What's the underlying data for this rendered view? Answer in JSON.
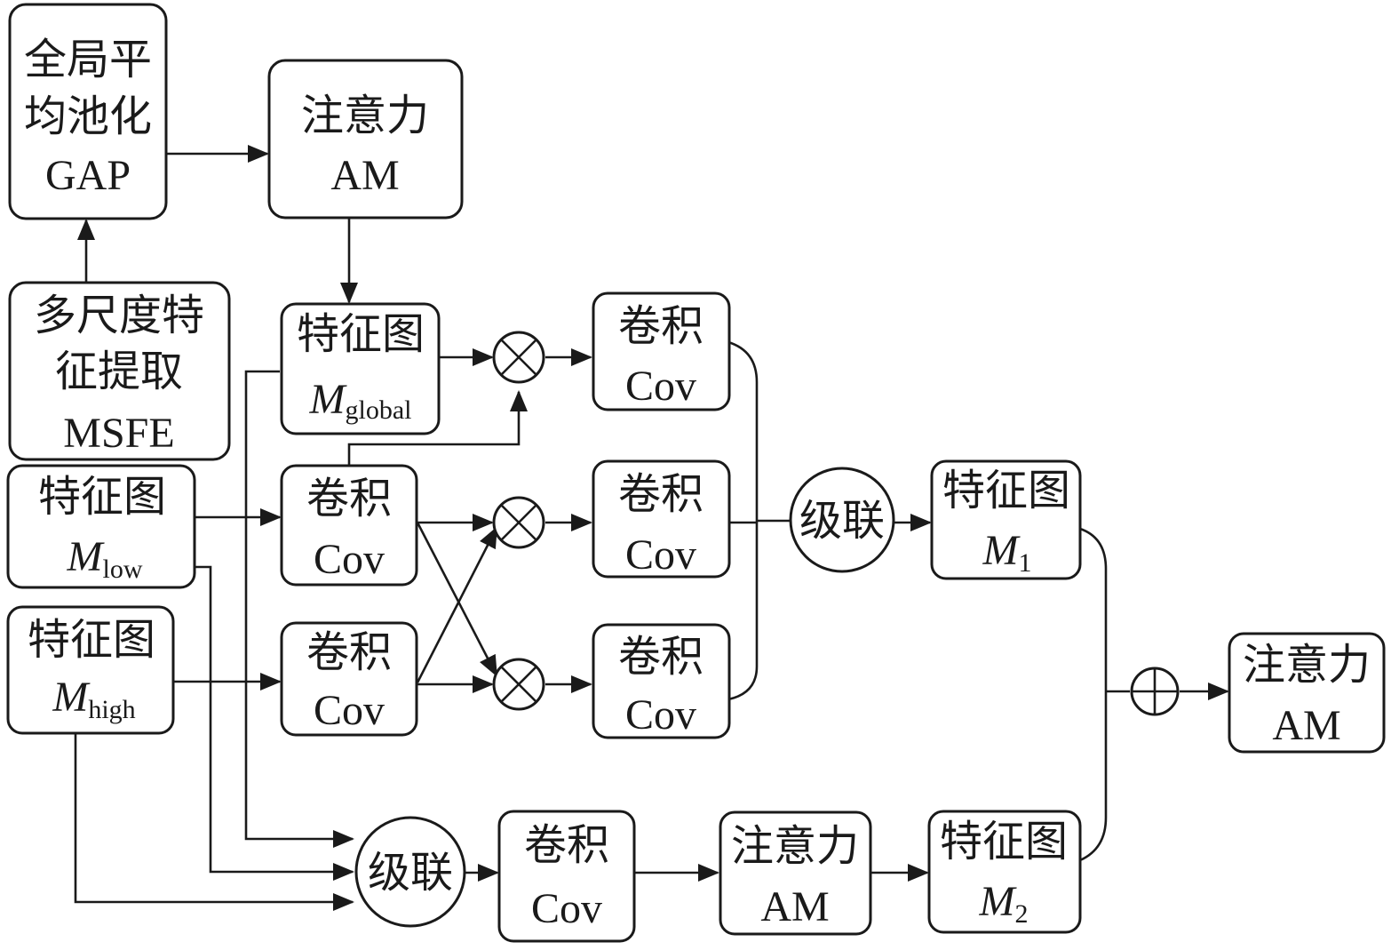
{
  "nodes": {
    "gap": {
      "lines": [
        "全局平",
        "均池化",
        "GAP"
      ]
    },
    "am_top": {
      "lines": [
        "注意力",
        "AM"
      ]
    },
    "msfe": {
      "lines": [
        "多尺度特",
        "征提取",
        "MSFE"
      ]
    },
    "fm_global": {
      "line": "特征图",
      "symbol": "M",
      "subscript": "global"
    },
    "fm_low": {
      "line": "特征图",
      "symbol": "M",
      "subscript": "low"
    },
    "fm_high": {
      "line": "特征图",
      "symbol": "M",
      "subscript": "high"
    },
    "conv_a": {
      "lines": [
        "卷积",
        "Cov"
      ]
    },
    "conv_b": {
      "lines": [
        "卷积",
        "Cov"
      ]
    },
    "conv_1": {
      "lines": [
        "卷积",
        "Cov"
      ]
    },
    "conv_2": {
      "lines": [
        "卷积",
        "Cov"
      ]
    },
    "conv_3": {
      "lines": [
        "卷积",
        "Cov"
      ]
    },
    "concat_mid": {
      "label": "级联"
    },
    "fm_m1": {
      "line": "特征图",
      "symbol": "M",
      "subscript": "1"
    },
    "am_right": {
      "lines": [
        "注意力",
        "AM"
      ]
    },
    "concat_bot": {
      "label": "级联"
    },
    "conv_bot": {
      "lines": [
        "卷积",
        "Cov"
      ]
    },
    "am_bot": {
      "lines": [
        "注意力",
        "AM"
      ]
    },
    "fm_m2": {
      "line": "特征图",
      "symbol": "M",
      "subscript": "2"
    }
  },
  "operators": {
    "multiply": "⊗",
    "add": "⊕"
  },
  "colors": {
    "stroke": "#1a1a1a",
    "background": "#ffffff"
  }
}
